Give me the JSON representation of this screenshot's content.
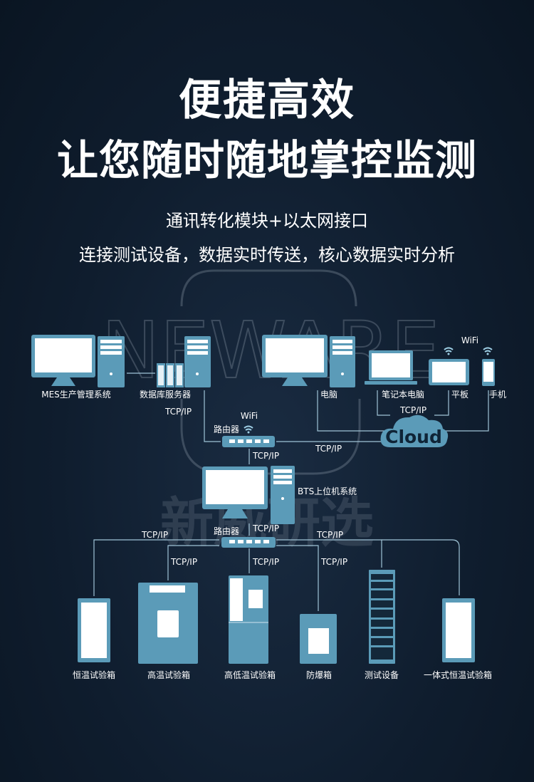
{
  "header": {
    "title_line1": "便捷高效",
    "title_line2": "让您随时随地掌控监测"
  },
  "subtitle": {
    "line1": "通讯转化模块+以太网接口",
    "line2": "连接测试设备，数据实时传送，核心数据实时分析"
  },
  "watermark": {
    "logo": "NEWARE",
    "text": "新威研选"
  },
  "colors": {
    "device": "#5b9bb8",
    "line": "#9fc3d6",
    "background": "#0f1d2e"
  },
  "diagram": {
    "top_devices": [
      "MES生产管理系统",
      "数据库服务器",
      "电脑",
      "笔记本电脑",
      "平板",
      "手机"
    ],
    "cloud": "Cloud",
    "router_label": "路由器",
    "wifi": "WiFi",
    "protocol": "TCP/IP",
    "host": "BTS上位机系统",
    "bottom_devices": [
      "恒温试验箱",
      "高温试验箱",
      "高低温试验箱",
      "防爆箱",
      "测试设备",
      "一体式恒温试验箱"
    ]
  }
}
